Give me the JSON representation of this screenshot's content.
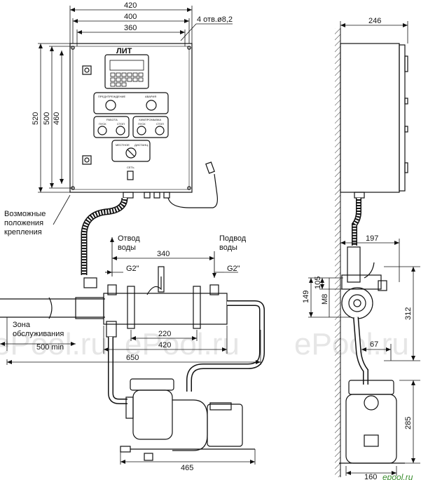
{
  "dimensions": {
    "width_420": "420",
    "width_400": "400",
    "width_360": "360",
    "holes_note": "4 отв.ø8,2",
    "height_520": "520",
    "height_500": "500",
    "height_460": "460",
    "depth_246": "246",
    "spacing_340": "340",
    "thread_left": "G2\"",
    "thread_right": "G2\"",
    "spacing_220": "220",
    "spacing_420": "420",
    "length_650": "650",
    "service_500min": "500 min",
    "pump_465": "465",
    "side_197": "197",
    "side_149": "149",
    "side_105": "105",
    "side_m8": "M8",
    "side_312": "312",
    "side_67": "67",
    "side_285": "285",
    "side_160": "160"
  },
  "labels": {
    "mount_positions": [
      "Возможные",
      "положения",
      "крепления"
    ],
    "outlet": [
      "Отвод",
      "воды"
    ],
    "inlet": [
      "Подвод",
      "воды"
    ],
    "service_zone": [
      "Зона",
      "обслуживания"
    ]
  },
  "panel": {
    "logo": "ЛИТ",
    "sect_warning_left": "ПРЕДУПРЕЖДЕНИЕ",
    "sect_warning_right": "АВАРИЯ",
    "sect_work": "РАБОТА",
    "sect_chem": "ХИМПРОМЫВКА",
    "btn_start": "ПУСК",
    "btn_stop": "СТОП",
    "btn_start2": "ПУСК",
    "btn_stop2": "СТОП",
    "mode_local": "МЕСТНОЕ",
    "mode_remote": "ДИСТАНЦ.",
    "power": "СЕТЬ"
  },
  "watermarks": [
    "ePool.ru",
    "ePool.ru",
    "ePool.ru"
  ],
  "brand": "epool.ru",
  "colors": {
    "line": "#111111",
    "watermark": "#e6e6e6",
    "brand": "#3a8d2e"
  }
}
